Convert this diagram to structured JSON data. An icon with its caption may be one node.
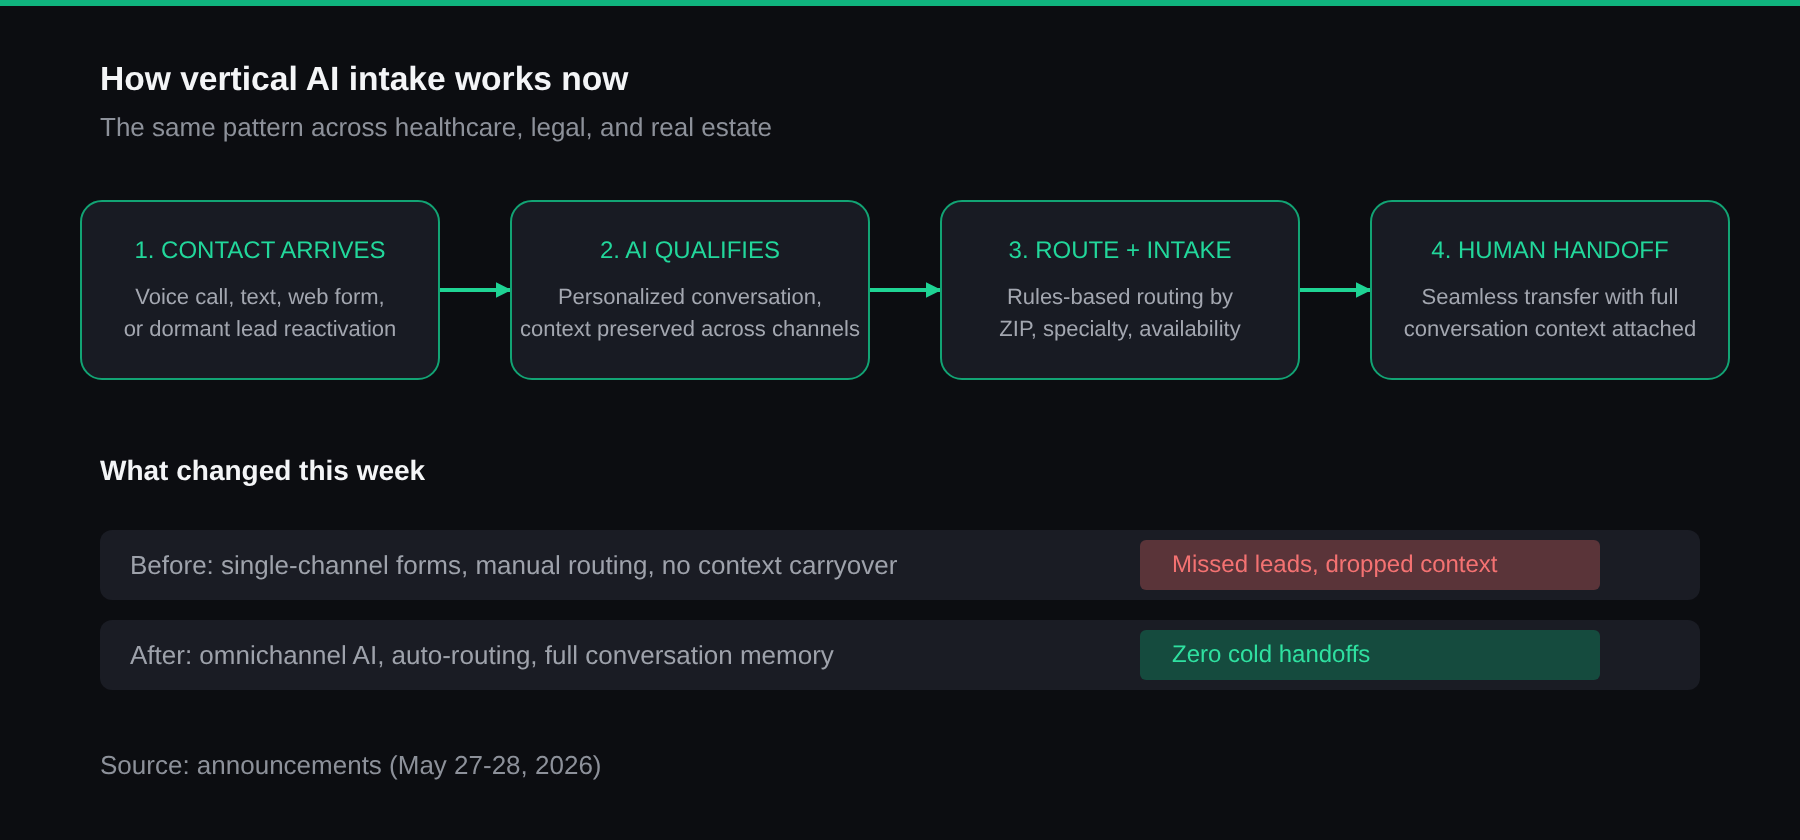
{
  "diagram": {
    "title": "How vertical AI intake works now",
    "nodes": [
      {
        "text": [
          "1. CONTACT ARRIVES",
          "Voice call, text, web form, or dormant lead reactivation"
        ]
      },
      {
        "text": [
          "2. AI QUALIFIES",
          "Personalized conversation, context preserved across channels"
        ]
      },
      {
        "text": [
          "3. ROUTE + INTAKE",
          "Rules-based routing by ZIP, specialty, availability"
        ]
      },
      {
        "text": [
          "4. HUMAN HANDOFF",
          "Seamless transfer with full conversation context attached"
        ]
      },
      {
        "text": [
          "Before: single-channel forms, manual routing, no context carryover"
        ]
      },
      {
        "text": [
          "Missed leads, dropped context"
        ],
        "in": 4
      },
      {
        "text": [
          "After: omnichannel AI, auto-routing, full conversation memory"
        ]
      },
      {
        "text": [
          "Zero cold handoffs"
        ],
        "in": 6
      }
    ],
    "edges": [
      {
        "from": 0,
        "to": 1,
        "arrow": "to"
      },
      {
        "from": 1,
        "to": 2,
        "arrow": "to"
      },
      {
        "from": 2,
        "to": 3,
        "arrow": "to"
      }
    ],
    "labels": [
      "The same pattern across healthcare, legal, and real estate",
      "What changed this week",
      "Source: announcements (May 27-28, 2026)"
    ]
  }
}
